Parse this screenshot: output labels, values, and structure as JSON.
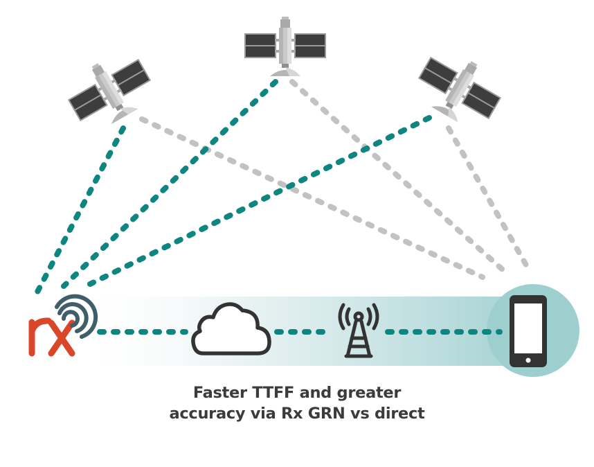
{
  "diagram": {
    "title": "Rx GRN vs direct GNSS signal paths",
    "caption": {
      "line1": "Faster TTFF and greater",
      "line2": "accuracy via Rx GRN vs direct"
    },
    "nodes": [
      {
        "id": "satellite-left",
        "type": "satellite"
      },
      {
        "id": "satellite-center",
        "type": "satellite"
      },
      {
        "id": "satellite-right",
        "type": "satellite"
      },
      {
        "id": "rx-logo",
        "type": "logo",
        "label": "rx"
      },
      {
        "id": "cloud",
        "type": "cloud"
      },
      {
        "id": "cell-tower",
        "type": "tower"
      },
      {
        "id": "smartphone",
        "type": "phone"
      }
    ],
    "links": [
      {
        "from": "satellite-left",
        "to": "rx-logo",
        "style": "teal-dotted"
      },
      {
        "from": "satellite-center",
        "to": "rx-logo",
        "style": "teal-dotted"
      },
      {
        "from": "satellite-right",
        "to": "rx-logo",
        "style": "teal-dotted"
      },
      {
        "from": "satellite-left",
        "to": "smartphone",
        "style": "gray-dotted"
      },
      {
        "from": "satellite-center",
        "to": "smartphone",
        "style": "gray-dotted"
      },
      {
        "from": "satellite-right",
        "to": "smartphone",
        "style": "gray-dotted"
      },
      {
        "from": "rx-logo",
        "to": "cloud",
        "style": "teal-dotted"
      },
      {
        "from": "cloud",
        "to": "cell-tower",
        "style": "teal-dotted"
      },
      {
        "from": "cell-tower",
        "to": "smartphone",
        "style": "teal-dotted"
      }
    ],
    "logo_text": "rx",
    "colors": {
      "teal": "#0f8581",
      "gray_line": "#c2c2c2",
      "logo_red": "#d9462a",
      "logo_slate": "#3f5e6a",
      "circle_fill": "#9ecfcf",
      "icon_dark": "#333333",
      "text": "#3b3b3b"
    }
  }
}
